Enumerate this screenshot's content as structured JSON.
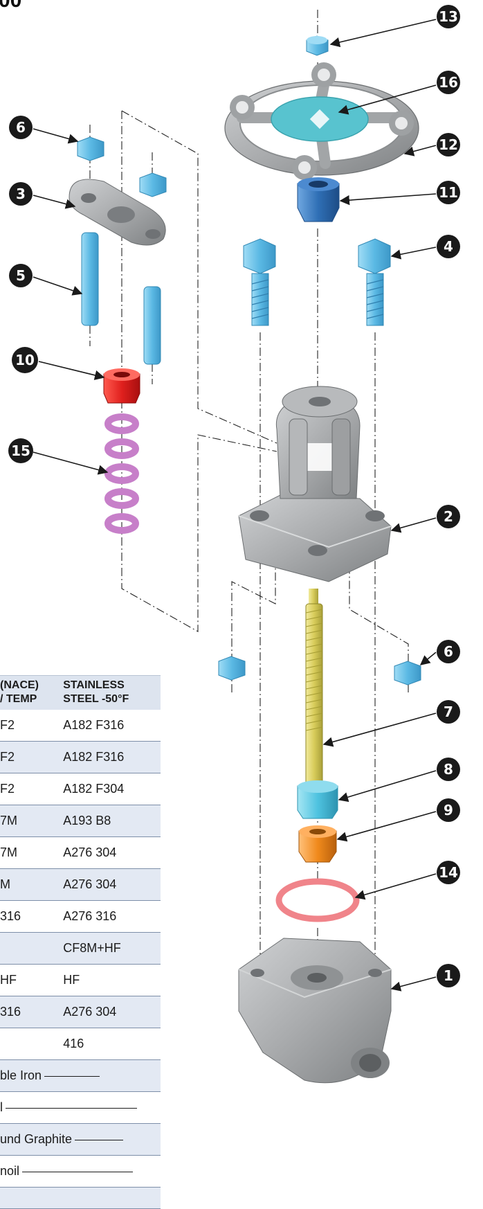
{
  "page": {
    "title_fragment": "00"
  },
  "callouts": [
    "13",
    "16",
    "12",
    "11",
    "4",
    "6",
    "3",
    "5",
    "10",
    "15",
    "2",
    "6",
    "7",
    "8",
    "9",
    "14",
    "1"
  ],
  "table": {
    "headers": [
      [
        "(NACE)",
        "/ TEMP"
      ],
      [
        "STAINLESS",
        "STEEL -50°F"
      ]
    ],
    "rows": [
      [
        "F2",
        "A182 F316"
      ],
      [
        "F2",
        "A182 F316"
      ],
      [
        "F2",
        "A182 F304"
      ],
      [
        "7M",
        "A193 B8"
      ],
      [
        "7M",
        "A276 304"
      ],
      [
        "M",
        "A276 304"
      ],
      [
        "316",
        "A276 316"
      ],
      [
        "",
        "CF8M+HF"
      ],
      [
        "HF",
        "HF"
      ],
      [
        "316",
        "A276 304"
      ],
      [
        "",
        "416"
      ]
    ],
    "span_rows": [
      "ble Iron",
      "l",
      "und Graphite",
      "noil"
    ]
  },
  "colors": {
    "steel_gray": "#a9abad",
    "bolt_blue": "#5bb9e4",
    "handwheel_disc": "#58c3cf",
    "stem_nut": "#2f6fb5",
    "gland_red": "#e0201e",
    "packing_purple": "#c77fc9",
    "stem_yellow": "#d8cc5a",
    "seat_cyan": "#4fc3e0",
    "disc_orange": "#f08a1c",
    "gasket_pink": "#f0848a",
    "callout_black": "#1a1a1a",
    "table_band": "#e3e9f3"
  },
  "icons": [
    "hex-nut-icon",
    "hex-bolt-icon",
    "stud-icon",
    "packing-ring-icon",
    "handwheel-icon"
  ]
}
